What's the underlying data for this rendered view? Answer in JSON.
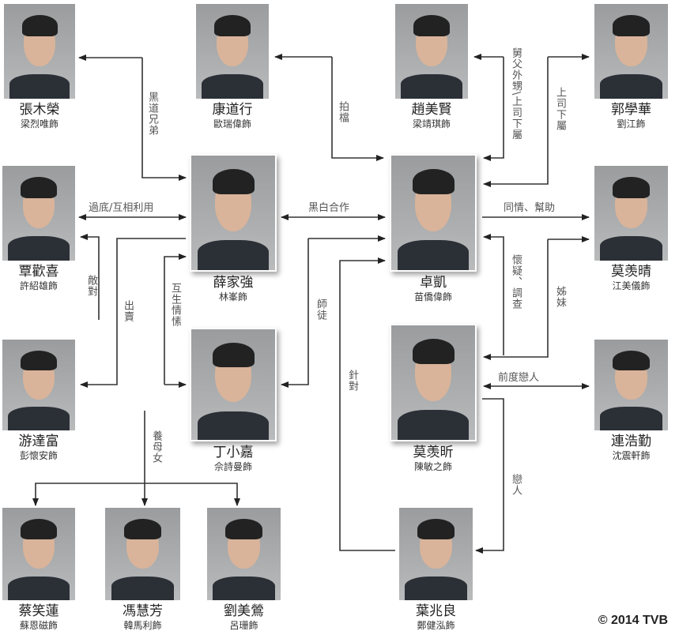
{
  "characters": [
    {
      "id": "zhang",
      "name": "張木榮",
      "actor": "梁烈唯飾"
    },
    {
      "id": "kang",
      "name": "康道行",
      "actor": "歐瑞偉飾"
    },
    {
      "id": "zhao",
      "name": "趙美賢",
      "actor": "梁靖琪飾"
    },
    {
      "id": "guo",
      "name": "郭學華",
      "actor": "劉江飾"
    },
    {
      "id": "xue",
      "name": "薛家強",
      "actor": "林峯飾"
    },
    {
      "id": "tan",
      "name": "覃歡喜",
      "actor": "許紹雄飾"
    },
    {
      "id": "zhuo",
      "name": "卓凱",
      "actor": "苗僑偉飾"
    },
    {
      "id": "moqing",
      "name": "莫羡晴",
      "actor": "江美儀飾"
    },
    {
      "id": "you",
      "name": "游達富",
      "actor": "彭懷安飾"
    },
    {
      "id": "ding",
      "name": "丁小嘉",
      "actor": "佘詩曼飾"
    },
    {
      "id": "moxin",
      "name": "莫羡昕",
      "actor": "陳敏之飾"
    },
    {
      "id": "lian",
      "name": "連浩勤",
      "actor": "沈震軒飾"
    },
    {
      "id": "cai",
      "name": "蔡笑蓮",
      "actor": "蘇恩磁飾"
    },
    {
      "id": "feng",
      "name": "馮慧芳",
      "actor": "韓馬利飾"
    },
    {
      "id": "liu",
      "name": "劉美鶯",
      "actor": "呂珊飾"
    },
    {
      "id": "ye",
      "name": "葉兆良",
      "actor": "鄭健泓飾"
    }
  ],
  "relations": {
    "heidao": "黑道兄弟",
    "paidang": "拍檔",
    "jiufu": "舅父外甥\\上司下屬",
    "shangsi": "上司下屬",
    "guodi": "過底/互相利用",
    "heibai": "黑白合作",
    "tongqing": "同情、幫助",
    "didui": "敵對",
    "chumai": "出賣",
    "husheng": "互生情愫",
    "shitu": "師徒",
    "zhendui": "針對",
    "huaiyi": "懷疑、調查",
    "zimei": "姊妹",
    "qiandu": "前度戀人",
    "lianren": "戀人",
    "yangmu": "養母女"
  },
  "copyright": "© 2014 TVB",
  "colors": {
    "line": "#333333",
    "label": "#555555"
  }
}
